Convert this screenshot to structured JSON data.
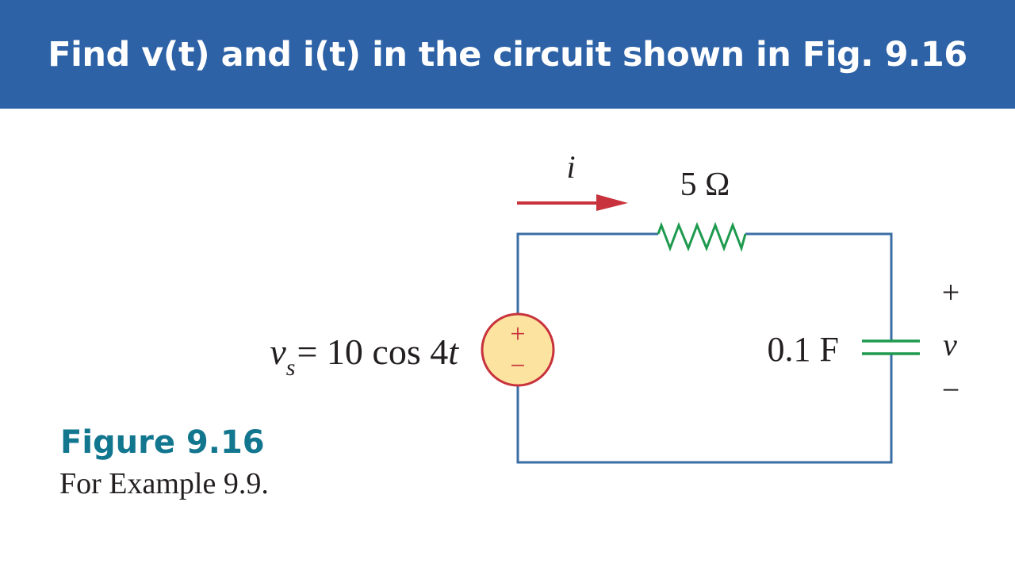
{
  "header": {
    "title": "Find v(t) and i(t) in the circuit shown in Fig. 9.16"
  },
  "circuit": {
    "current_label": "i",
    "resistor_label": "5 Ω",
    "capacitor_label": "0.1 F",
    "voltage_plus": "+",
    "voltage_label": "v",
    "voltage_minus": "−",
    "source_var": "v",
    "source_sub": "s",
    "source_expr": "= 10 cos 4",
    "source_t": "t",
    "source_plus": "+",
    "source_minus": "−",
    "colors": {
      "wire": "#3a6ea5",
      "resistor": "#1e9a4e",
      "arrow": "#c8323c",
      "source_fill": "#fde3a0",
      "source_stroke": "#c8323c"
    }
  },
  "figure": {
    "label": "Figure 9.16",
    "caption": "For Example 9.9."
  }
}
